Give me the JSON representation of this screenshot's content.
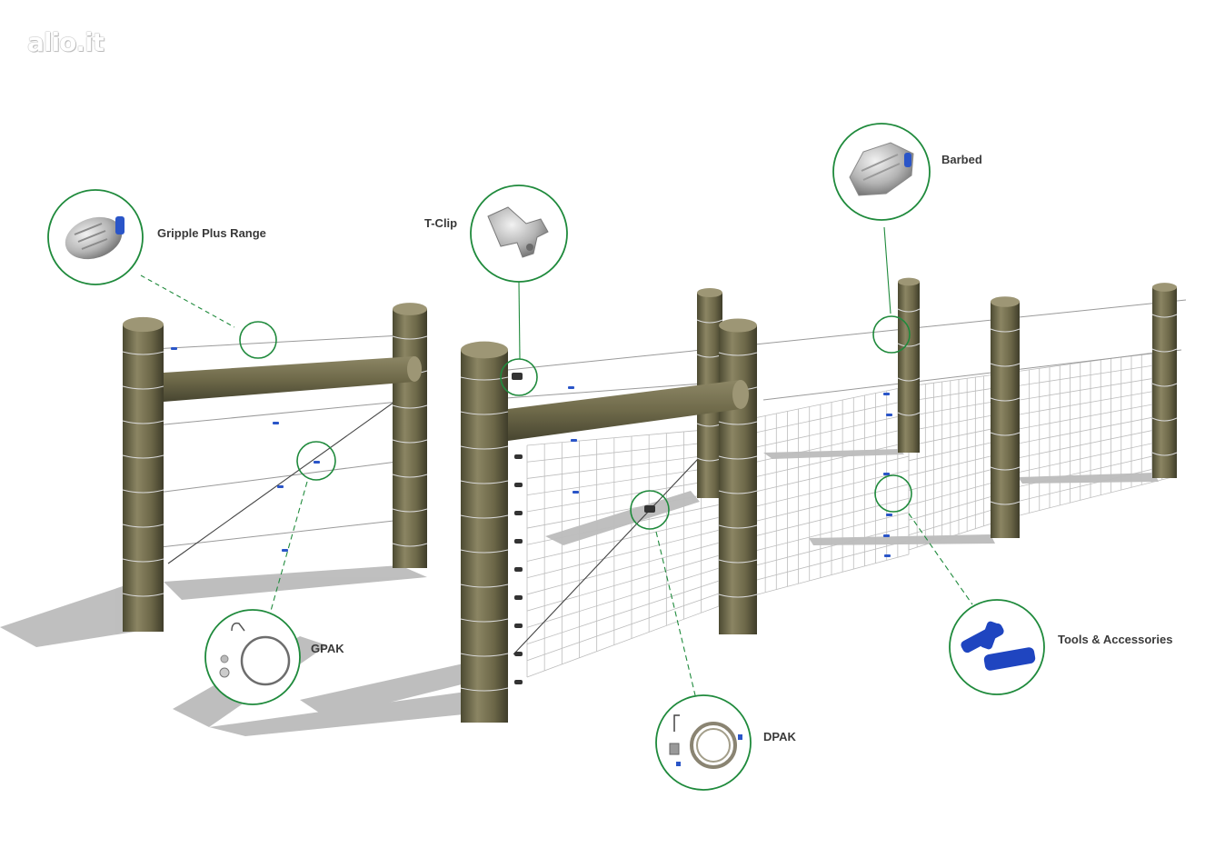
{
  "watermark": "alio.it",
  "callouts": {
    "gripple_plus": "Gripple Plus Range",
    "tclip": "T-Clip",
    "barbed": "Barbed",
    "gpak": "GPAK",
    "dpak": "DPAK",
    "tools": "Tools & Accessories"
  },
  "colors": {
    "callout_ring": "#1f8a3c",
    "post_wood": "#6f6a4a",
    "wire": "#9a9a9a",
    "clip_blue": "#2a55c8",
    "tool_blue": "#1f45c0"
  }
}
